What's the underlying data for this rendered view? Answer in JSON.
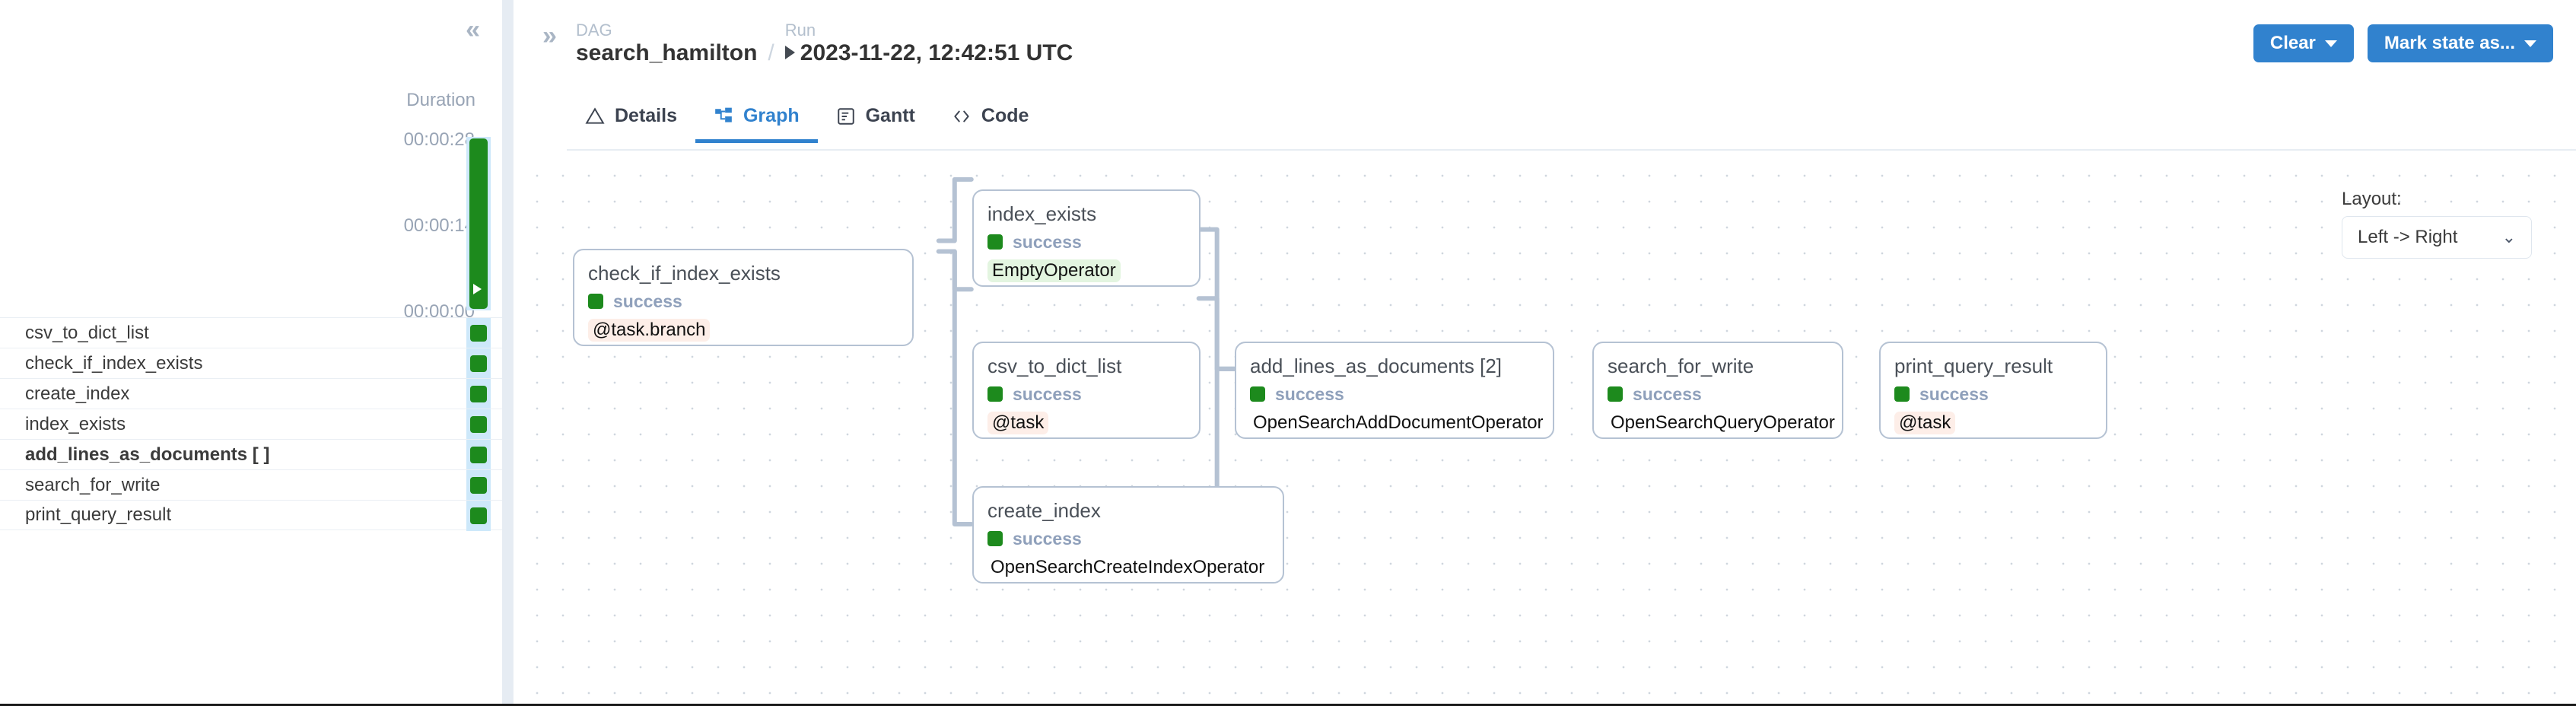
{
  "left_panel": {
    "collapse_icon": "chevrons-left-icon",
    "duration_header": "Duration",
    "axis_ticks": [
      "00:00:28",
      "00:00:14",
      "00:00:00"
    ],
    "bar_marker_icon": "play-triangle-icon",
    "tasks": [
      {
        "name": "csv_to_dict_list",
        "state": "success",
        "bold": false
      },
      {
        "name": "check_if_index_exists",
        "state": "success",
        "bold": false
      },
      {
        "name": "create_index",
        "state": "success",
        "bold": false
      },
      {
        "name": "index_exists",
        "state": "success",
        "bold": false
      },
      {
        "name": "add_lines_as_documents [ ]",
        "state": "success",
        "bold": true
      },
      {
        "name": "search_for_write",
        "state": "success",
        "bold": false
      },
      {
        "name": "print_query_result",
        "state": "success",
        "bold": false
      }
    ]
  },
  "header": {
    "expand_icon": "chevrons-right-icon",
    "breadcrumb": {
      "dag_kind": "DAG",
      "dag_name": "search_hamilton",
      "separator": "/",
      "run_kind": "Run",
      "run_value": "2023-11-22, 12:42:51 UTC"
    },
    "actions": {
      "clear_label": "Clear",
      "mark_state_label": "Mark state as..."
    }
  },
  "tabs": [
    {
      "label": "Details",
      "icon": "triangle-alert-icon",
      "active": false
    },
    {
      "label": "Graph",
      "icon": "graph-nodes-icon",
      "active": true
    },
    {
      "label": "Gantt",
      "icon": "gantt-chart-icon",
      "active": false
    },
    {
      "label": "Code",
      "icon": "code-brackets-icon",
      "active": false
    }
  ],
  "graph": {
    "layout": {
      "label": "Layout:",
      "selected": "Left -> Right",
      "chevron_icon": "chevron-down-icon"
    },
    "nodes": [
      {
        "id": "check_if_index_exists",
        "title": "check_if_index_exists",
        "state": "success",
        "operator": "@task.branch",
        "deco": "task"
      },
      {
        "id": "index_exists",
        "title": "index_exists",
        "state": "success",
        "operator": "EmptyOperator",
        "deco": "empty"
      },
      {
        "id": "csv_to_dict_list",
        "title": "csv_to_dict_list",
        "state": "success",
        "operator": "@task",
        "deco": "task"
      },
      {
        "id": "create_index",
        "title": "create_index",
        "state": "success",
        "operator": "OpenSearchCreateIndexOperator",
        "deco": "none"
      },
      {
        "id": "add_lines_as_documents",
        "title": "add_lines_as_documents [2]",
        "state": "success",
        "operator": "OpenSearchAddDocumentOperator",
        "deco": "none"
      },
      {
        "id": "search_for_write",
        "title": "search_for_write",
        "state": "success",
        "operator": "OpenSearchQueryOperator",
        "deco": "none"
      },
      {
        "id": "print_query_result",
        "title": "print_query_result",
        "state": "success",
        "operator": "@task",
        "deco": "task"
      }
    ]
  },
  "colors": {
    "accent": "#3182ce",
    "success": "#1d8a1d",
    "edge": "#b5c2d3",
    "muted_text": "#98a4b5"
  }
}
